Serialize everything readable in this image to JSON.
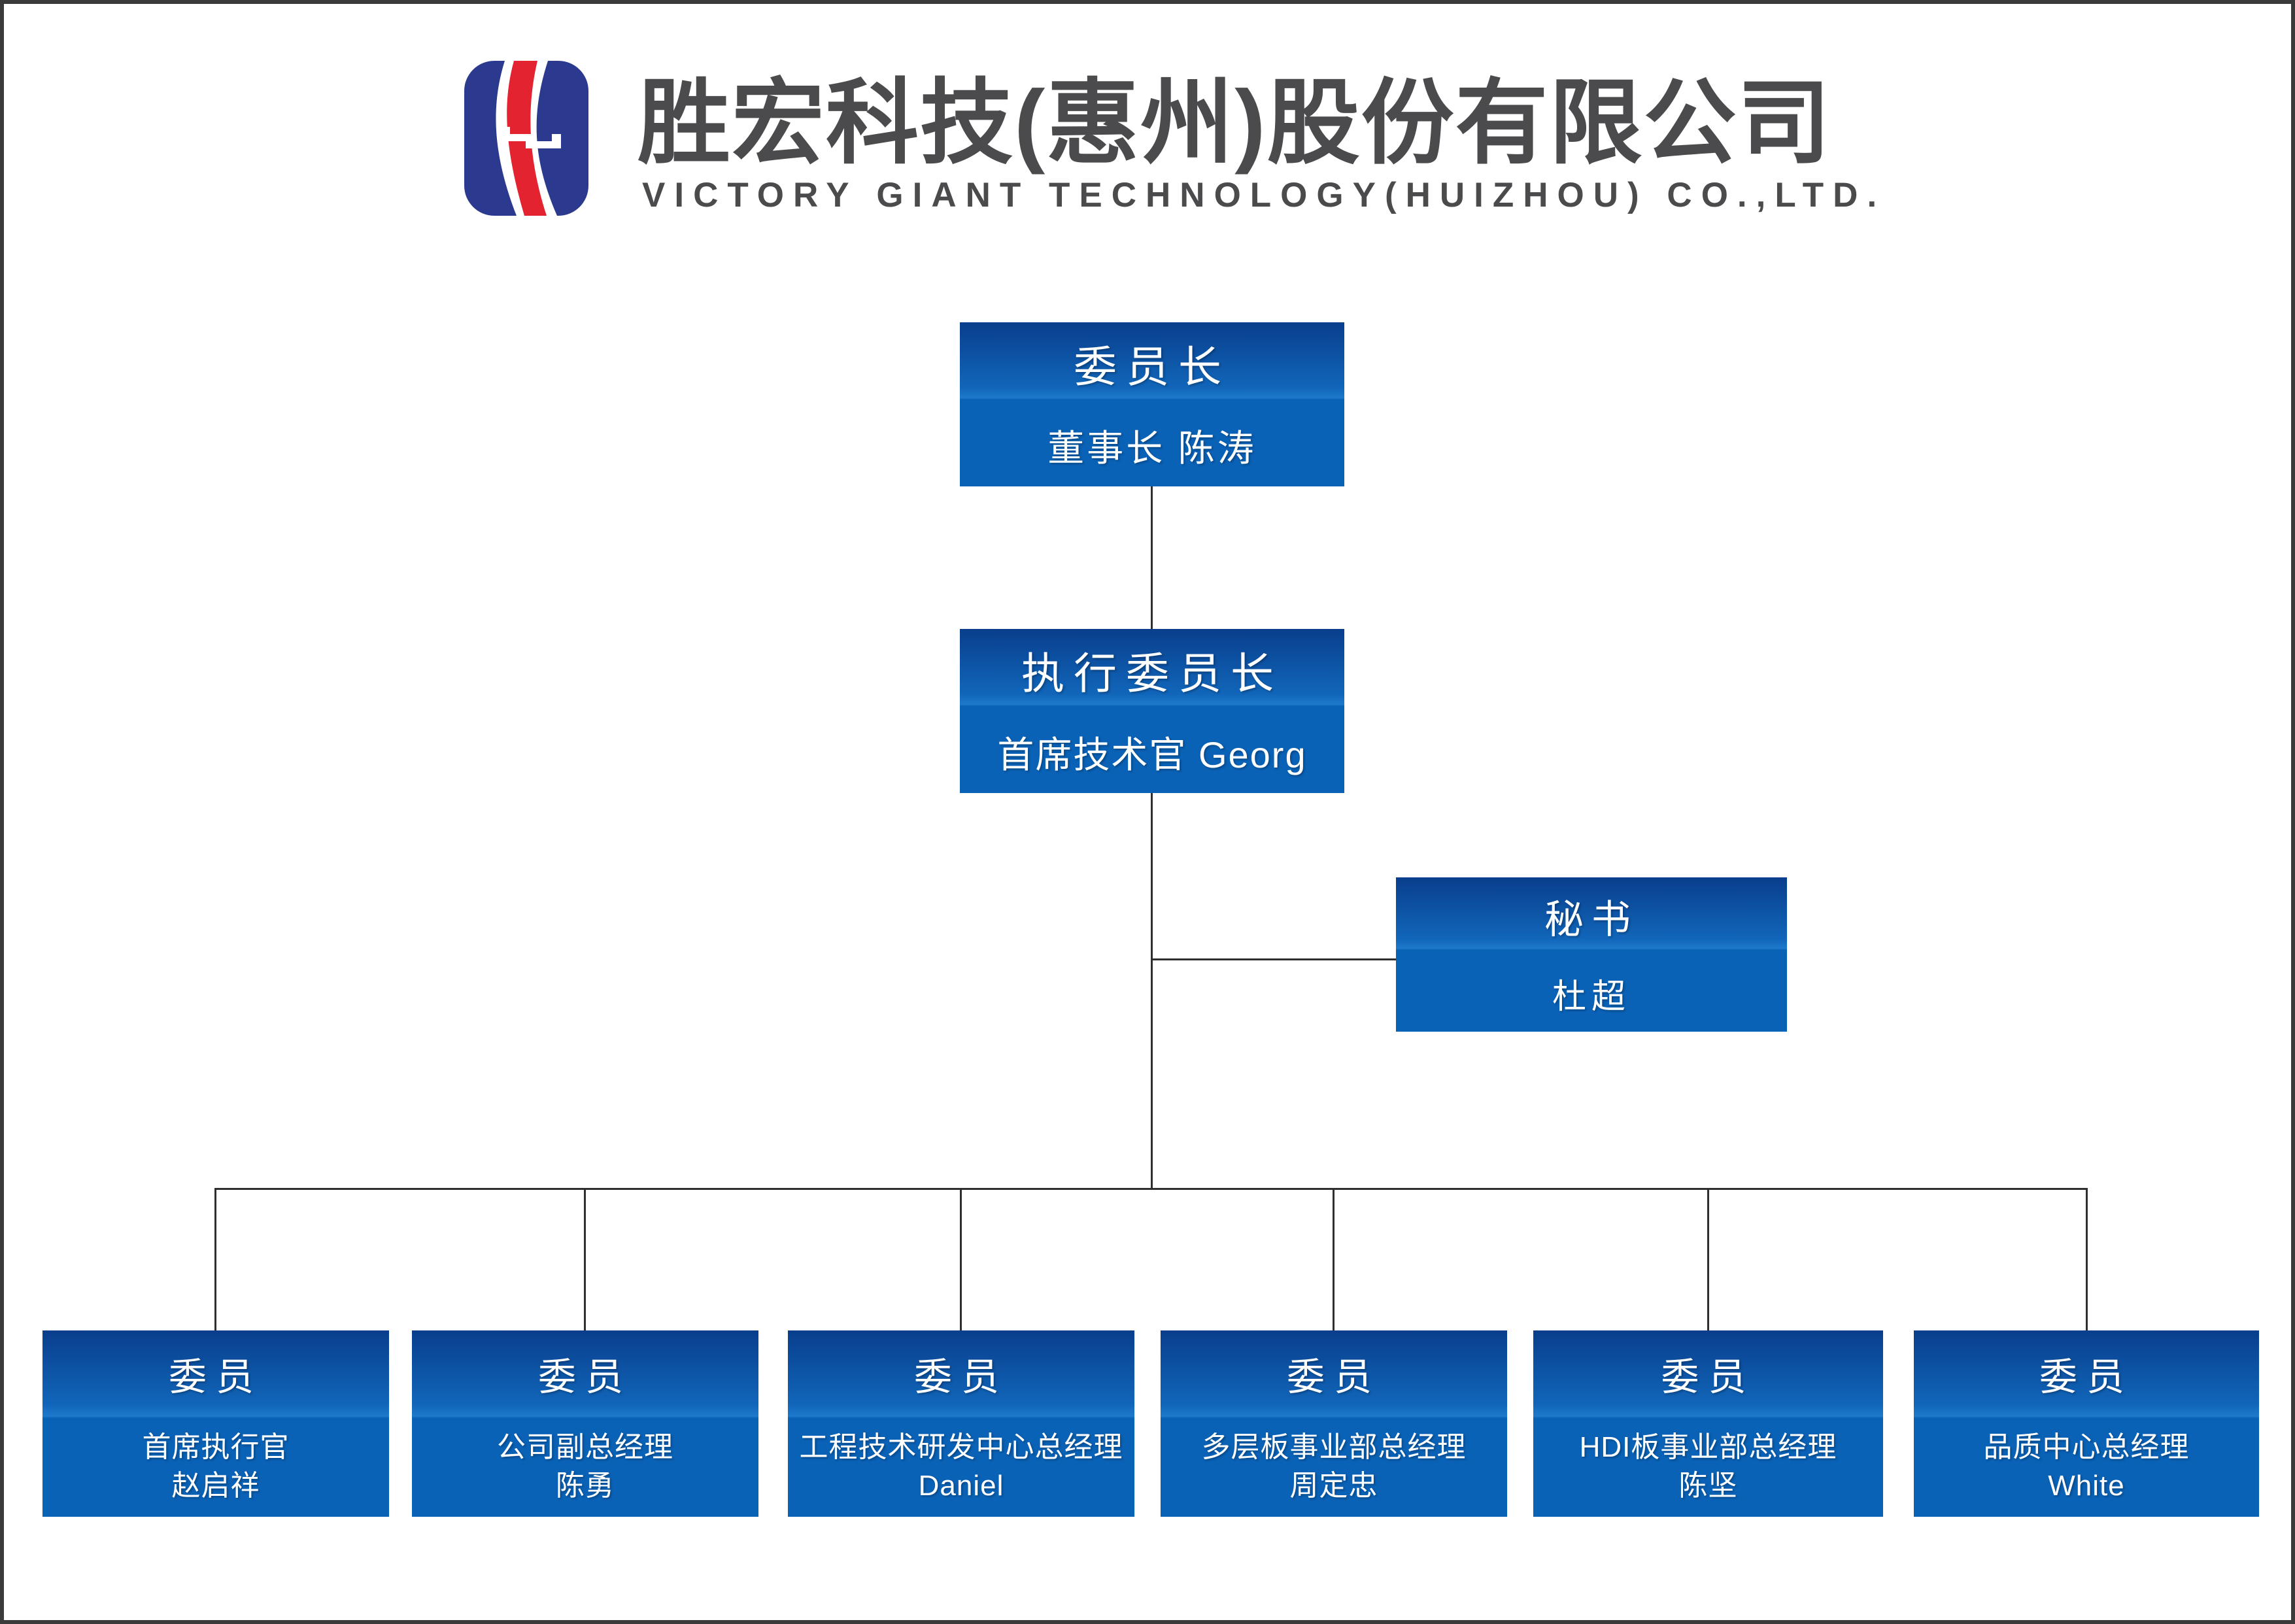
{
  "page": {
    "background": "#ffffff",
    "frame_color": "#3b3b3b"
  },
  "header": {
    "logo_icon": "victory-giant-logo",
    "logo_blue": "#2b3a8f",
    "logo_red": "#e32330",
    "company_name_zh": "胜宏科技(惠州)股份有限公司",
    "company_name_en": "VICTORY GIANT TECHNOLOGY(HUIZHOU) CO.,LTD.",
    "text_color": "#4b4b4d"
  },
  "chart": {
    "node_color_top": "#093e8c",
    "node_color_bottom": "#0a62b7",
    "connector_color": "#2f2f2f",
    "chairman": {
      "title": "委员长",
      "subtitle": "董事长 陈涛"
    },
    "exec_chairman": {
      "title": "执行委员长",
      "subtitle": "首席技术官 Georg"
    },
    "secretary": {
      "title": "秘书",
      "subtitle": "杜超"
    },
    "members": [
      {
        "title": "委员",
        "role": "首席执行官",
        "name": "赵启祥"
      },
      {
        "title": "委员",
        "role": "公司副总经理",
        "name": "陈勇"
      },
      {
        "title": "委员",
        "role": "工程技术研发中心总经理",
        "name": "Daniel"
      },
      {
        "title": "委员",
        "role": "多层板事业部总经理",
        "name": "周定忠"
      },
      {
        "title": "委员",
        "role": "HDI板事业部总经理",
        "name": "陈坚"
      },
      {
        "title": "委员",
        "role": "品质中心总经理",
        "name": "White"
      }
    ]
  }
}
